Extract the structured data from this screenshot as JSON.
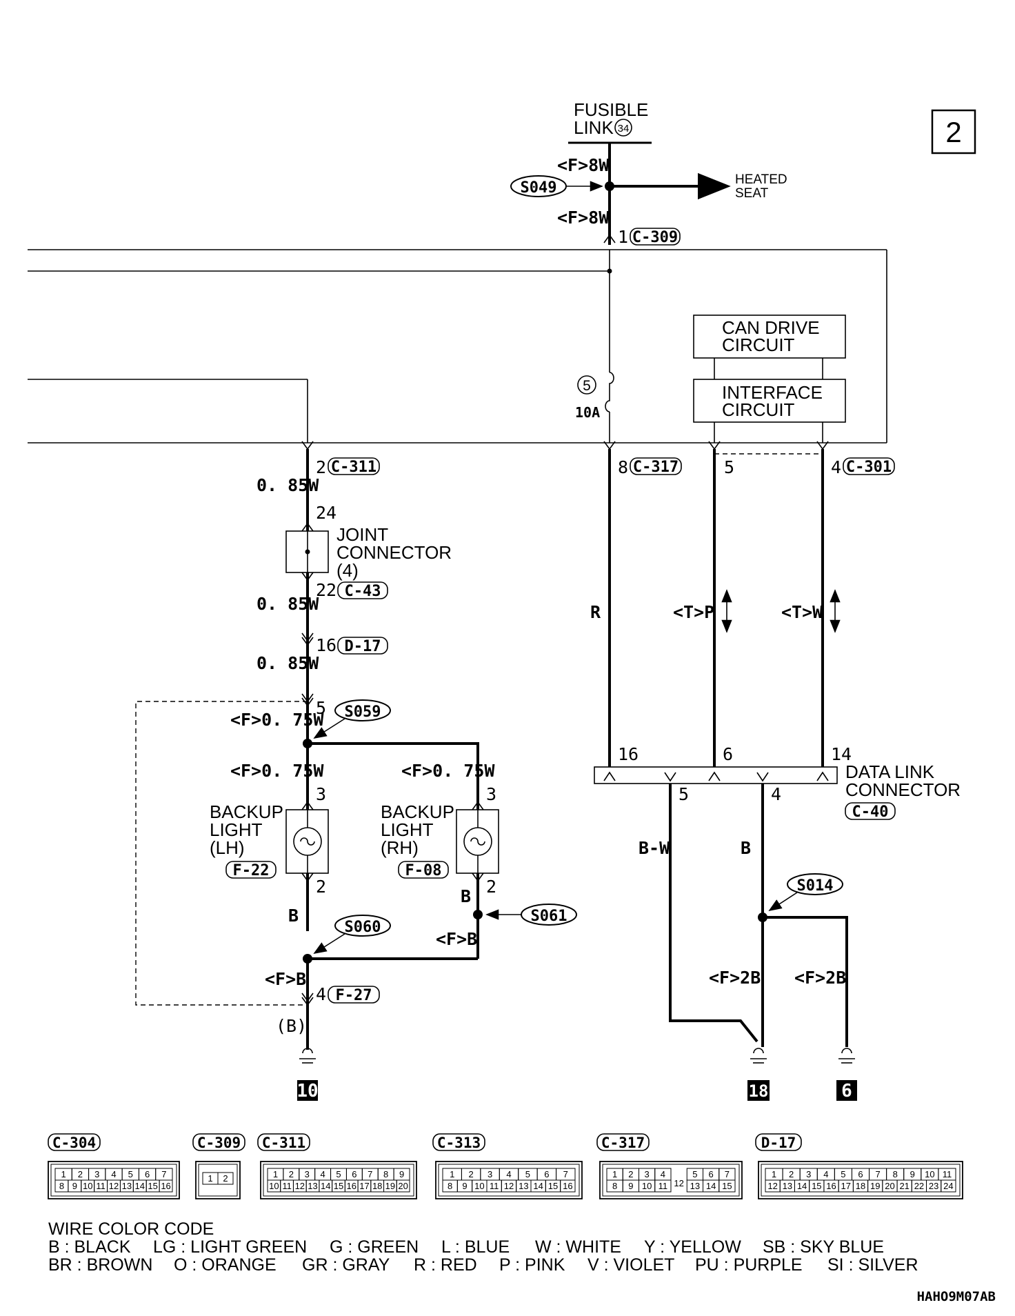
{
  "page_number": "2",
  "fusible_link": {
    "line1": "FUSIBLE",
    "line2": "LINK",
    "number": "34"
  },
  "splices": {
    "s049": "S049",
    "s059": "S059",
    "s060": "S060",
    "s061": "S061",
    "s014": "S014"
  },
  "heated_seat": {
    "line1": "HEATED",
    "line2": "SEAT"
  },
  "wire_labels": {
    "f8w_top": "<F>8W",
    "f8w_bot": "<F>8W",
    "w085_a": "0. 85W",
    "w085_b": "0. 85W",
    "w085_c": "0. 85W",
    "f075w_a": "<F>0. 75W",
    "f075w_b": "<F>0. 75W",
    "f075w_c": "<F>0. 75W",
    "b_left": "B",
    "b_right": "B",
    "fb_mid": "<F>B",
    "fb_low": "<F>B",
    "b_paren": "(B)",
    "r": "R",
    "tp": "<T>P",
    "tw": "<T>W",
    "bw": "B-W",
    "b_dlc": "B",
    "f2b_a": "<F>2B",
    "f2b_b": "<F>2B"
  },
  "fuse": {
    "number": "5",
    "rating": "10A"
  },
  "connectors": {
    "c309": "C-309",
    "c311": "C-311",
    "c317": "C-317",
    "c301": "C-301",
    "c43": "C-43",
    "d17": "D-17",
    "f22": "F-22",
    "f08": "F-08",
    "f27": "F-27",
    "c40": "C-40"
  },
  "pins": {
    "p1": "1",
    "p2": "2",
    "p8": "8",
    "p5": "5",
    "p4": "4",
    "p24": "24",
    "p22": "22",
    "p16": "16",
    "s5": "5",
    "lh3": "3",
    "rh3": "3",
    "lh2": "2",
    "rh2": "2",
    "f27_4": "4",
    "dlc16": "16",
    "dlc6": "6",
    "dlc14": "14",
    "dlc5": "5",
    "dlc4": "4"
  },
  "blocks": {
    "can_l1": "CAN DRIVE",
    "can_l2": "CIRCUIT",
    "if_l1": "INTERFACE",
    "if_l2": "CIRCUIT"
  },
  "joint": {
    "l1": "JOINT",
    "l2": "CONNECTOR",
    "l3": "(4)"
  },
  "backup_lh": {
    "l1": "BACKUP",
    "l2": "LIGHT",
    "l3": "(LH)"
  },
  "backup_rh": {
    "l1": "BACKUP",
    "l2": "LIGHT",
    "l3": "(RH)"
  },
  "dlc": {
    "l1": "DATA LINK",
    "l2": "CONNECTOR"
  },
  "grounds": {
    "g10": "10",
    "g18": "18",
    "g6": "6"
  },
  "connector_views": {
    "c304": {
      "name": "C-304",
      "top": [
        "1",
        "2",
        "3",
        "4",
        "5",
        "6",
        "7"
      ],
      "bottom": [
        "8",
        "9",
        "10",
        "11",
        "12",
        "13",
        "14",
        "15",
        "16"
      ]
    },
    "c309": {
      "name": "C-309",
      "top": [
        "1",
        "2"
      ]
    },
    "c311": {
      "name": "C-311",
      "top": [
        "1",
        "2",
        "3",
        "4",
        "5",
        "6",
        "7",
        "8",
        "9"
      ],
      "bottom": [
        "10",
        "11",
        "12",
        "13",
        "14",
        "15",
        "16",
        "17",
        "18",
        "19",
        "20"
      ]
    },
    "c313": {
      "name": "C-313",
      "top": [
        "1",
        "2",
        "3",
        "4",
        "5",
        "6",
        "7"
      ],
      "bottom": [
        "8",
        "9",
        "10",
        "11",
        "12",
        "13",
        "14",
        "15",
        "16"
      ]
    },
    "c317": {
      "name": "C-317",
      "top": [
        "1",
        "2",
        "3",
        "4",
        "5",
        "6",
        "7"
      ],
      "bottom": [
        "8",
        "9",
        "10",
        "11",
        "13",
        "14",
        "15"
      ],
      "center": "12"
    },
    "d17": {
      "name": "D-17",
      "top": [
        "1",
        "2",
        "3",
        "4",
        "5",
        "6",
        "7",
        "8",
        "9",
        "10",
        "11"
      ],
      "bottom": [
        "12",
        "13",
        "14",
        "15",
        "16",
        "17",
        "18",
        "19",
        "20",
        "21",
        "22",
        "23",
        "24"
      ]
    }
  },
  "wire_color_code": {
    "title": "WIRE COLOR CODE",
    "row1": [
      "B : BLACK",
      "LG : LIGHT GREEN",
      "G : GREEN",
      "L : BLUE",
      "W : WHITE",
      "Y : YELLOW",
      "SB : SKY BLUE"
    ],
    "row2": [
      "BR : BROWN",
      "O : ORANGE",
      "GR : GRAY",
      "R : RED",
      "P : PINK",
      "V : VIOLET",
      "PU : PURPLE",
      "SI : SILVER"
    ]
  },
  "figure_code": "HAHO9M07AB"
}
